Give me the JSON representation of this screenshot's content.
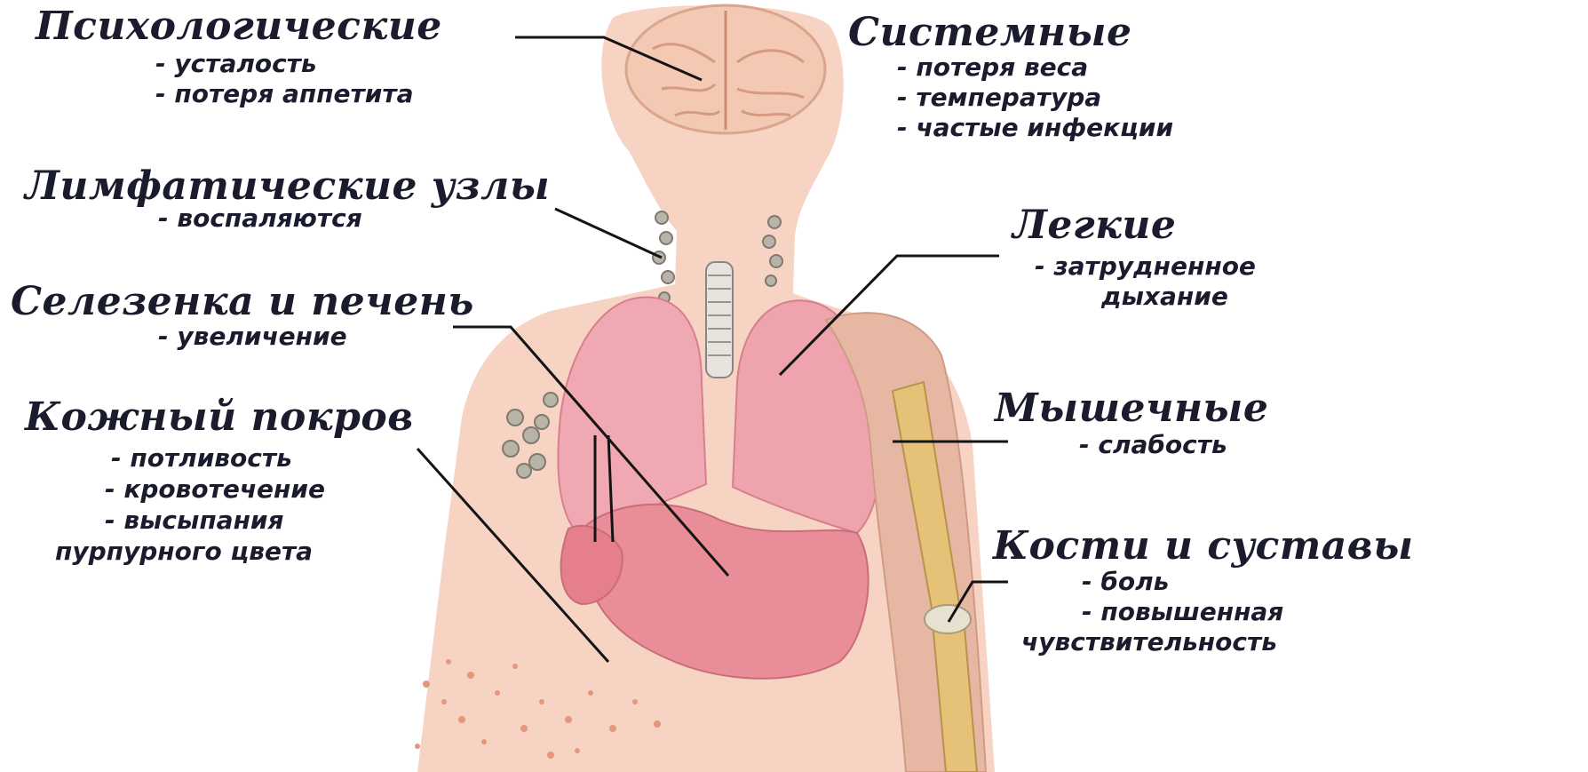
{
  "groups": {
    "psych": {
      "title": "Психологические",
      "items": [
        "- усталость",
        "- потеря аппетита"
      ]
    },
    "system": {
      "title": "Системные",
      "items": [
        "- потеря веса",
        "- температура",
        "- частые инфекции"
      ]
    },
    "lymph": {
      "title": "Лимфатические узлы",
      "items": [
        "- воспаляются"
      ]
    },
    "lungs": {
      "title": "Легкие",
      "items": [
        "- затрудненное",
        "дыхание"
      ]
    },
    "spleen": {
      "title": "Селезенка и печень",
      "items": [
        "- увеличение"
      ]
    },
    "muscle": {
      "title": "Мышечные",
      "items": [
        "- слабость"
      ]
    },
    "skin": {
      "title": "Кожный покров",
      "items": [
        "- потливость",
        "- кровотечение",
        "- высыпания",
        "пурпурного цвета"
      ]
    },
    "bones": {
      "title": "Кости и суставы",
      "items": [
        "- боль",
        "- повышенная",
        "чувствительность"
      ]
    }
  },
  "colors": {
    "skin": "#f7d3c4",
    "lung": "#f0a9b3",
    "liver": "#e98d98",
    "muscle": "#e6b7a2",
    "bone": "#e6c178",
    "brain": "#f4c9b4",
    "text": "#1b1b2e",
    "leader": "#141414"
  },
  "icons": [
    "brain-illustration",
    "body-silhouette",
    "lungs-illustration",
    "liver-illustration",
    "arm-muscle-illustration",
    "bone-illustration",
    "lymph-node-illustration",
    "rash-dots"
  ]
}
